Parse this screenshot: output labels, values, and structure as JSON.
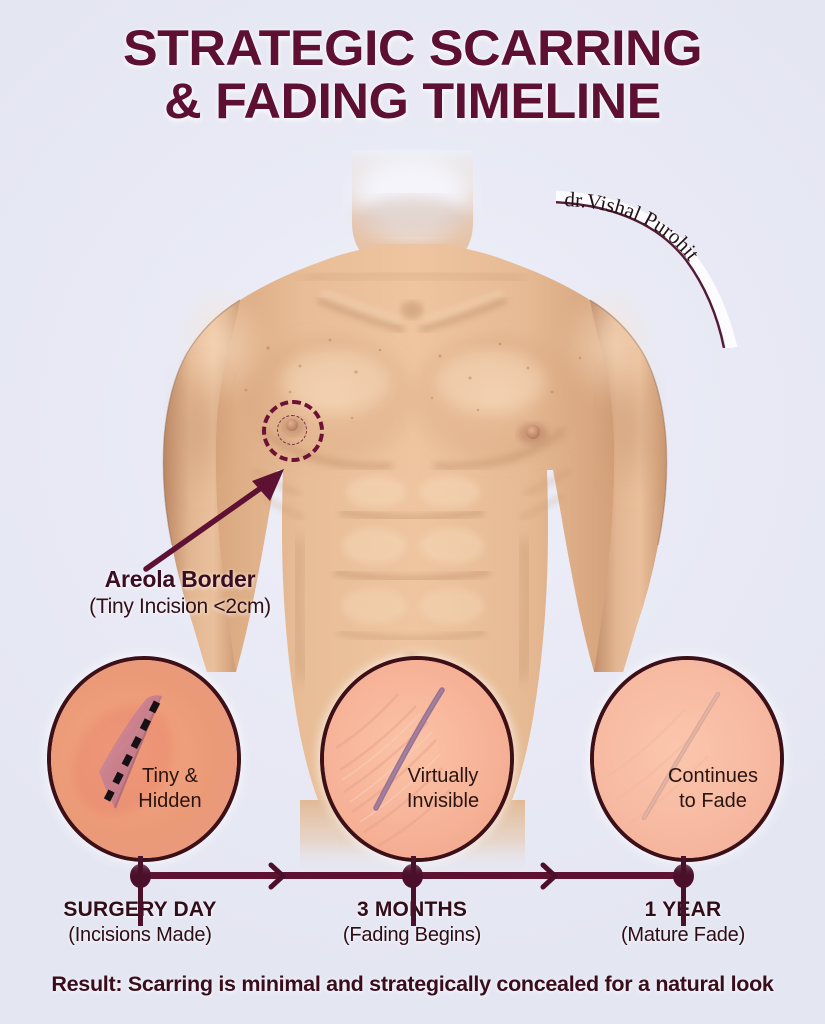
{
  "poster": {
    "background_color": "#e9eaf5",
    "accent_color": "#5d1033"
  },
  "title": {
    "line1": "STRATEGIC SCARRING",
    "line2": "& FADING TIMELINE"
  },
  "signature": {
    "text": "dr.Vishal Purohit"
  },
  "areola_callout": {
    "heading": "Areola Border",
    "detail": "(Tiny Incision <2cm)"
  },
  "stages": [
    {
      "circle_label_line1": "Tiny &",
      "circle_label_line2": "Hidden",
      "time_label": "SURGERY DAY",
      "time_sub": "(Incisions Made)",
      "skin_class": "skin-fresh"
    },
    {
      "circle_label_line1": "Virtually",
      "circle_label_line2": "Invisible",
      "time_label": "3 MONTHS",
      "time_sub": "(Fading Begins)",
      "skin_class": "skin-mid"
    },
    {
      "circle_label_line1": "Continues",
      "circle_label_line2": "to Fade",
      "time_label": "1 YEAR",
      "time_sub": "(Mature Fade)",
      "skin_class": "skin-late"
    }
  ],
  "footer": {
    "text": "Result: Scarring is minimal and strategically concealed for a natural look"
  }
}
